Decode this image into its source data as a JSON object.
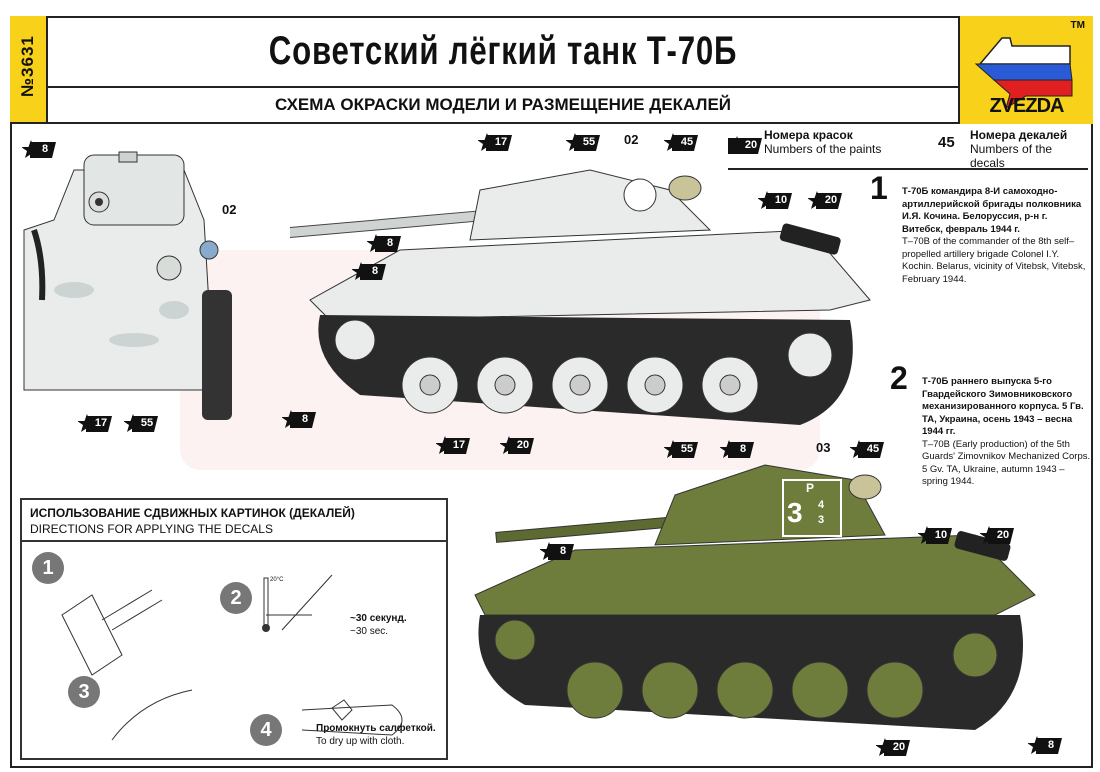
{
  "header": {
    "kit_number": "№3631",
    "title": "Советский лёгкий танк Т-70Б",
    "subtitle": "СХЕМА ОКРАСКИ МОДЕЛИ И РАЗМЕЩЕНИЕ ДЕКАЛЕЙ",
    "logo": "ZVEZDA",
    "trademark": "TM"
  },
  "legend": {
    "paint_sample": "20",
    "paint_ru": "Номера красок",
    "paint_en": "Numbers of the paints",
    "decal_sample": "45",
    "decal_ru": "Номера декалей",
    "decal_en": "Numbers of the decals"
  },
  "variants": [
    {
      "number": "1",
      "ru": "Т-70Б командира 8-И самоходно-артиллерийской бригады полковника И.Я. Кочина. Белоруссия, р-н г. Витебск, февраль 1944 г.",
      "en": "T–70B of the commander of the 8th self–propelled artillery brigade Colonel I.Y. Kochin. Belarus, vicinity of Vitebsk, Vitebsk, February 1944."
    },
    {
      "number": "2",
      "ru": "Т-70Б раннего выпуска 5-го Гвардейского Зимовниковского механизированного корпуса. 5 Гв. ТА, Украина, осень 1943 – весна 1944 гг.",
      "en": "T–70B (Early production) of the 5th Guards' Zimovnikov Mechanized Corps. 5 Gv. TA, Ukraine, autumn 1943 – spring 1944."
    }
  ],
  "callouts": {
    "front": [
      "8",
      "17",
      "55",
      "8"
    ],
    "front_decal": "02",
    "tank1": [
      "17",
      "55",
      "45",
      "10",
      "20",
      "8",
      "8",
      "17",
      "20"
    ],
    "tank1_decal": "02",
    "tank2": [
      "55",
      "8",
      "45",
      "10",
      "20",
      "8",
      "20",
      "8"
    ],
    "tank2_decal": "03"
  },
  "tank2_marking": {
    "letter": "Р",
    "big": "3",
    "top": "4",
    "bottom": "3"
  },
  "colors": {
    "winter_white": "#e9ecea",
    "olive_green": "#6f7d3c",
    "logo_yellow": "#f7d11a",
    "callout_black": "#111111"
  },
  "directions": {
    "title_ru": "ИСПОЛЬЗОВАНИЕ СДВИЖНЫХ КАРТИНОК (ДЕКАЛЕЙ)",
    "title_en": "DIRECTIONS  FOR APPLYING THE DECALS",
    "steps": [
      "1",
      "2",
      "3",
      "4"
    ],
    "temp": "20°C",
    "soak_ru": "~30 секунд.",
    "soak_en": "~30 sec.",
    "dry_ru": "Промокнуть салфеткой.",
    "dry_en": "To dry up with cloth."
  }
}
